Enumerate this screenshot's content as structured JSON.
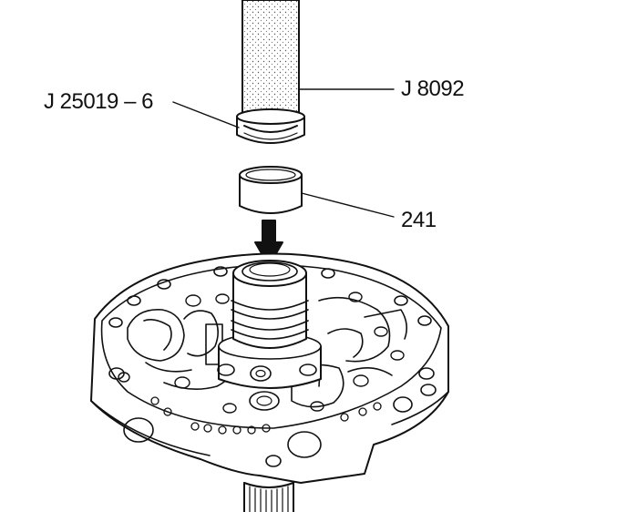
{
  "labels": {
    "tool_adapter": "J 25019 – 6",
    "tool_handle": "J 8092",
    "part_number": "241"
  }
}
